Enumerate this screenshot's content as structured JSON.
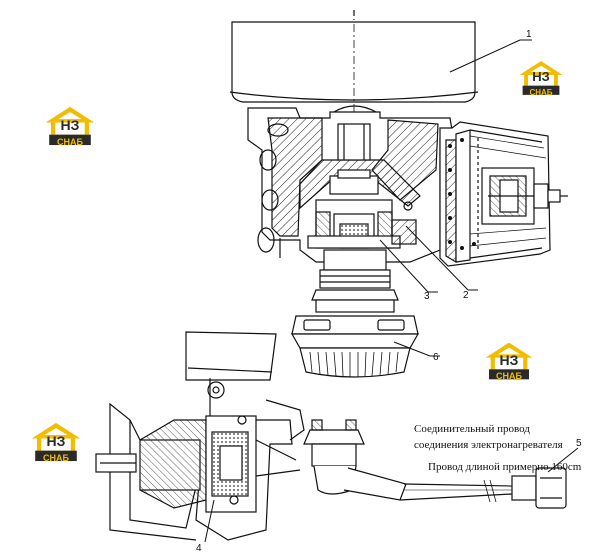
{
  "diagram": {
    "callouts": [
      {
        "id": "1",
        "label": "1"
      },
      {
        "id": "2",
        "label": "2"
      },
      {
        "id": "3",
        "label": "3"
      },
      {
        "id": "4",
        "label": "4"
      },
      {
        "id": "5",
        "label": "5"
      },
      {
        "id": "6",
        "label": "6"
      }
    ],
    "notes": {
      "connector_line1": "Соединительный провод",
      "connector_line2": "соединения электронагревателя",
      "wire_length": "Провод длиной примерно 160cm"
    },
    "watermark": {
      "letters": "НЗ",
      "caption": "СНАБ",
      "colors": {
        "gold": "#f2bd00",
        "dark": "#2a2a2a"
      }
    }
  }
}
